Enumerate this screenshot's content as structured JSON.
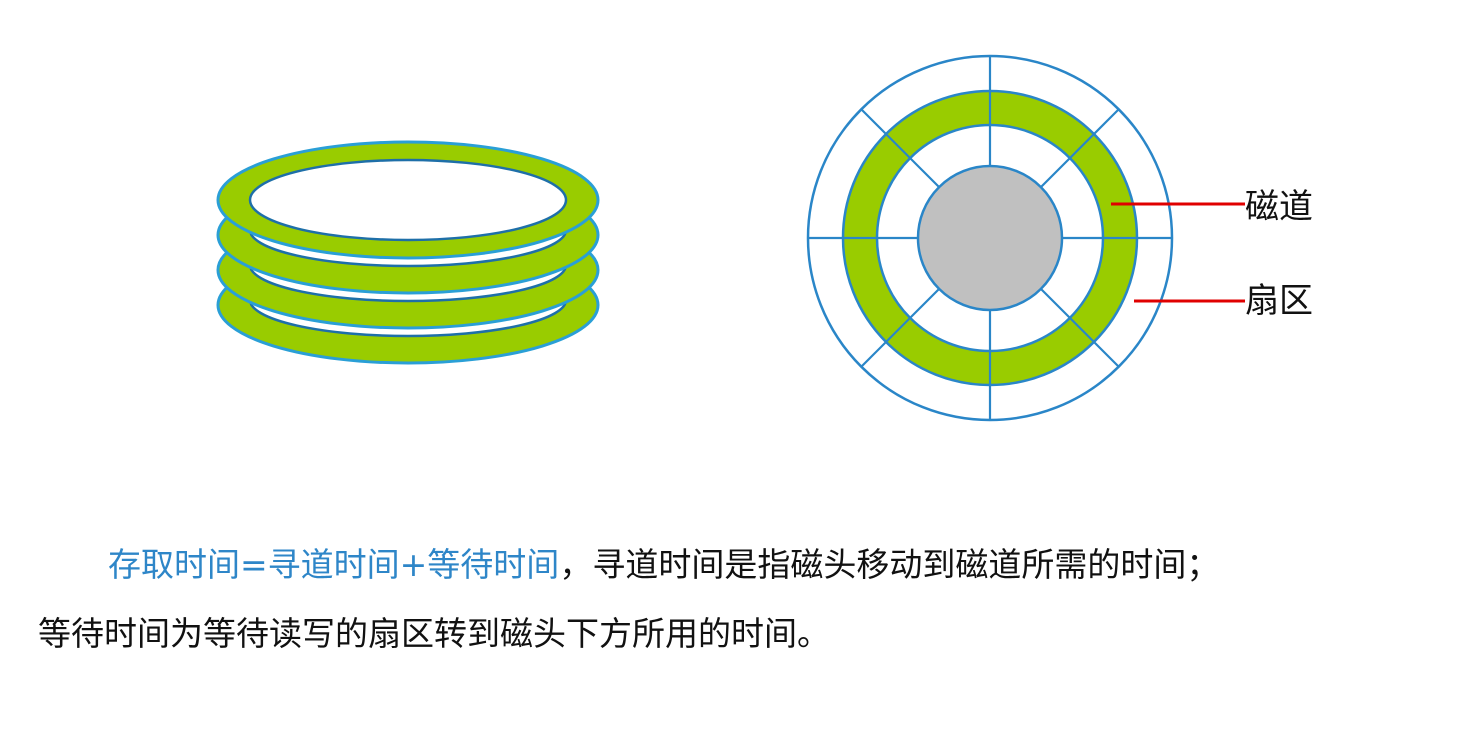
{
  "figure": {
    "platter_stack": {
      "platter_count": 4,
      "colors": {
        "fill": "#99cc00",
        "outline": "#2a9fd6",
        "hole": "#ffffff"
      }
    },
    "disk_face": {
      "sector_count": 8,
      "colors": {
        "grid": "#2a86c8",
        "track": "#99cc00",
        "hub": "#c0c0c0",
        "leader": "#e00000"
      }
    },
    "labels": {
      "track": "磁道",
      "sector": "扇区"
    }
  },
  "text": {
    "formula": "存取时间=寻道时间+等待时间",
    "line1_rest": "，寻道时间是指磁头移动到磁道所需的时间；",
    "line2": "等待时间为等待读写的扇区转到磁头下方所用的时间。",
    "highlight_color": "#2e86c8"
  }
}
